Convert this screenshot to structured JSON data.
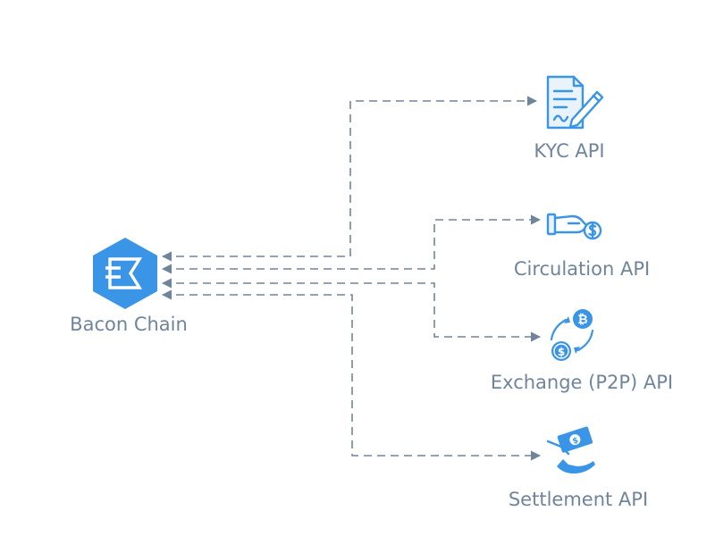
{
  "colors": {
    "arrow": "#6f859c",
    "icon": "#3a95e6",
    "icon_light": "#e8f3fc",
    "label": "#6f859c"
  },
  "source": {
    "label": "Bacon Chain",
    "icon": "bacon-chain-hexagon-logo"
  },
  "apis": [
    {
      "label": "KYC API",
      "icon": "document-signature-icon"
    },
    {
      "label": "Circulation API",
      "icon": "hand-coin-icon"
    },
    {
      "label": "Exchange (P2P) API",
      "icon": "bitcoin-dollar-exchange-icon"
    },
    {
      "label": "Settlement API",
      "icon": "hand-cash-icon"
    }
  ]
}
